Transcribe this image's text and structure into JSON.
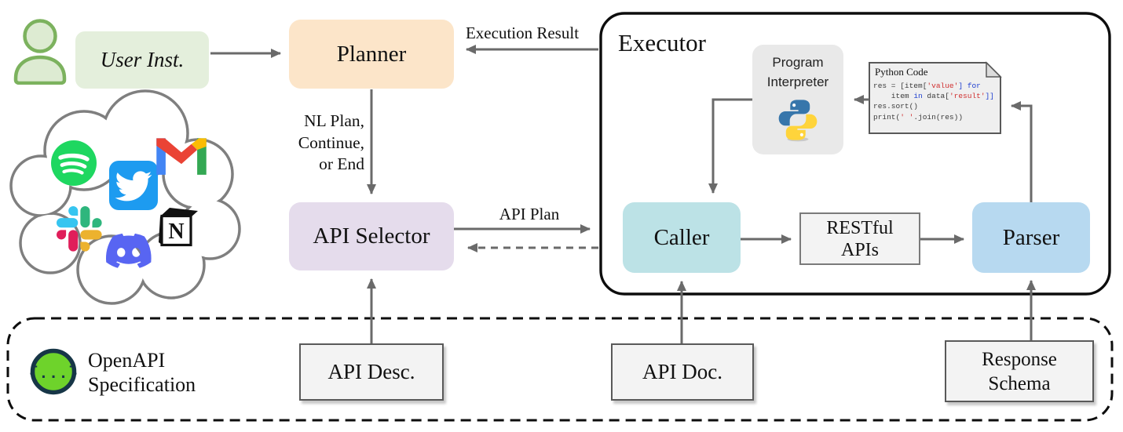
{
  "nodes": {
    "user_inst": {
      "label": "User Inst."
    },
    "planner": {
      "label": "Planner"
    },
    "api_selector": {
      "label": "API Selector"
    },
    "executor": {
      "label": "Executor"
    },
    "program_interpreter": {
      "line1": "Program",
      "line2": "Interpreter"
    },
    "caller": {
      "label": "Caller"
    },
    "restful_apis": {
      "line1": "RESTful",
      "line2": "APIs"
    },
    "parser": {
      "label": "Parser"
    },
    "api_desc": {
      "label": "API Desc."
    },
    "api_doc": {
      "label": "API Doc."
    },
    "response_schema": {
      "line1": "Response",
      "line2": "Schema"
    },
    "openapi": {
      "line1": "OpenAPI",
      "line2": "Specification"
    }
  },
  "labels": {
    "execution_result": "Execution Result",
    "api_plan": "API Plan",
    "nl_plan_line1": "NL Plan,",
    "nl_plan_line2": "Continue,",
    "nl_plan_line3": "or End"
  },
  "code_box": {
    "title": "Python Code",
    "lines": [
      [
        {
          "t": "res = [item[",
          "c": "d"
        },
        {
          "t": "'value'",
          "c": "s"
        },
        {
          "t": "]",
          "c": "k"
        },
        {
          "t": " ",
          "c": "d"
        },
        {
          "t": "for",
          "c": "k"
        }
      ],
      [
        {
          "t": "    item ",
          "c": "d"
        },
        {
          "t": "in",
          "c": "k"
        },
        {
          "t": " data[",
          "c": "d"
        },
        {
          "t": "'result'",
          "c": "s"
        },
        {
          "t": "]]",
          "c": "k"
        }
      ],
      [
        {
          "t": "res.sort()",
          "c": "d"
        }
      ],
      [
        {
          "t": "print(",
          "c": "d"
        },
        {
          "t": "' '",
          "c": "s"
        },
        {
          "t": ".join(res))",
          "c": "d"
        }
      ]
    ]
  },
  "cloud_apps": [
    "spotify-icon",
    "twitter-icon",
    "gmail-icon",
    "slack-icon",
    "notion-icon",
    "discord-icon"
  ],
  "icons": {
    "user": "person-icon",
    "openapi": "openapi-icon",
    "python": "python-icon"
  },
  "colors": {
    "planner_bg": "#FCE5C9",
    "user_inst_bg": "#E4EFDC",
    "api_selector_bg": "#E5DCEC",
    "caller_bg": "#BCE2E6",
    "parser_bg": "#B7D9F0",
    "program_interpreter_bg": "#E9E9E9",
    "doc_box_bg": "#F3F3F3",
    "arrow": "#6a6a6a",
    "frame_border": "#0d0d0d",
    "code_default": "#3c3c3c",
    "code_keyword": "#2040d0",
    "code_string": "#d03030",
    "openapi_green": "#6ED32B",
    "person_green": "#7CB25E"
  }
}
